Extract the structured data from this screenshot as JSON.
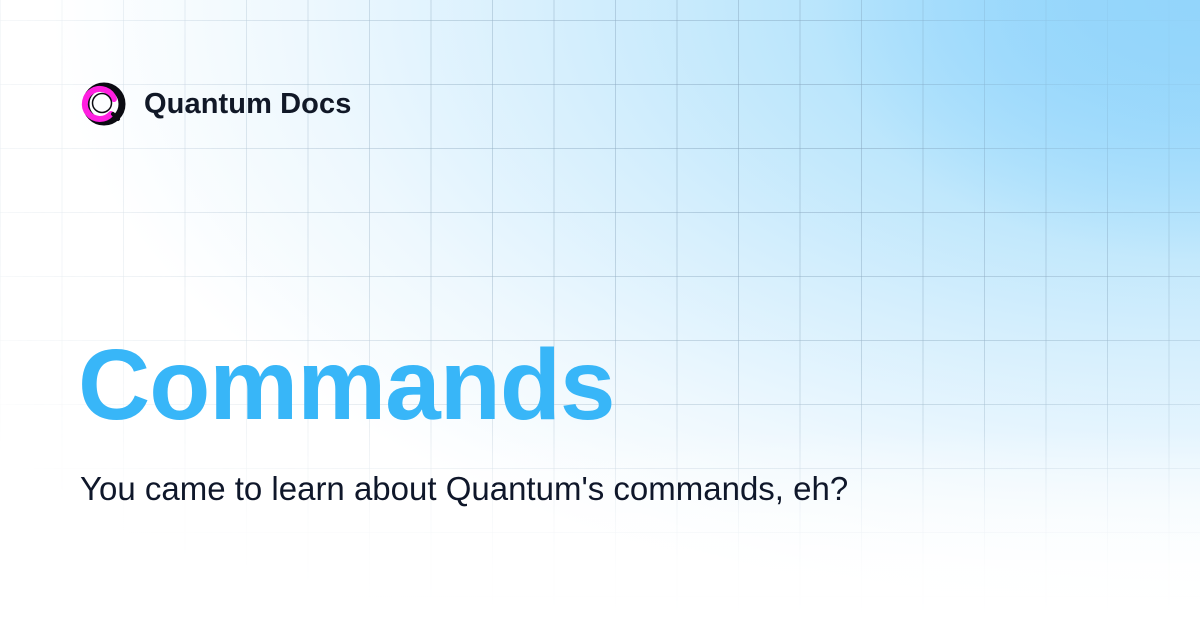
{
  "brand": {
    "name": "Quantum Docs",
    "logo_icon": "quantum-ring-logo-icon",
    "logo_colors": {
      "ring": "#0b0b12",
      "accent": "#ff1fe0"
    }
  },
  "hero": {
    "title": "Commands",
    "subtitle": "You came to learn about Quantum's commands, eh?"
  },
  "theme": {
    "title_color": "#38b6f8",
    "text_color": "#0f172a",
    "background_corner": "#93d5fb",
    "background_base": "#ffffff"
  }
}
